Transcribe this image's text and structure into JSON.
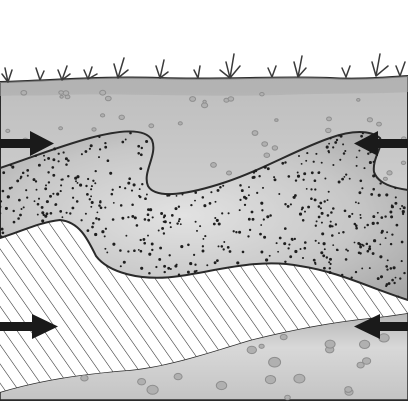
{
  "diagram": {
    "kind": "geologic-cross-section",
    "layers": [
      {
        "id": "topsoil",
        "fill": "#cfcfcf",
        "pattern": "scattered-pebbles"
      },
      {
        "id": "fold-sand",
        "fill": "#b9b9b9",
        "pattern": "dense-dots"
      },
      {
        "id": "hatched",
        "fill": "#ffffff",
        "pattern": "diagonal-hatch"
      },
      {
        "id": "bottom-gravel",
        "fill": "#cfcfcf",
        "pattern": "scattered-pebbles"
      }
    ],
    "arrows": [
      {
        "id": "arrow-upper-left",
        "direction": "right"
      },
      {
        "id": "arrow-upper-right",
        "direction": "left"
      },
      {
        "id": "arrow-lower-left",
        "direction": "right"
      },
      {
        "id": "arrow-lower-right",
        "direction": "left"
      }
    ],
    "colors": {
      "outline": "#2a2a2a",
      "arrow": "#1a1a1a",
      "grass": "#3a3a3a",
      "pebble": "#8e8e8e"
    },
    "grass_icon": "grass-tufts-icon"
  }
}
